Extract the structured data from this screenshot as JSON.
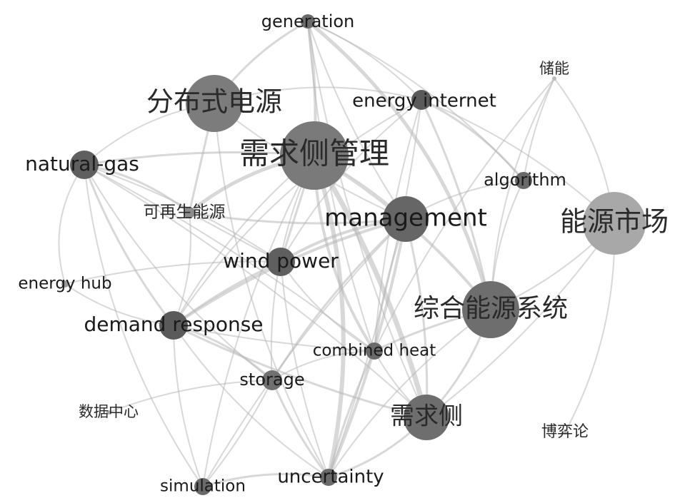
{
  "nodes": {
    "generation": "generation",
    "dist_power": "分布式电源",
    "energy_internet": "energy internet",
    "storage_cn": "储能",
    "demand_side_mgmt": "需求侧管理",
    "natural_gas": "natural-gas",
    "algorithm": "algorithm",
    "renewable": "可再生能源",
    "management": "management",
    "energy_market": "能源市场",
    "wind_power": "wind power",
    "energy_hub": "energy hub",
    "ies": "综合能源系统",
    "demand_response": "demand response",
    "chp": "combined heat",
    "storage": "storage",
    "data_center": "数据中心",
    "demand_side": "需求侧",
    "game_theory": "博弈论",
    "simulation": "simulation",
    "uncertainty": "uncertainty"
  }
}
